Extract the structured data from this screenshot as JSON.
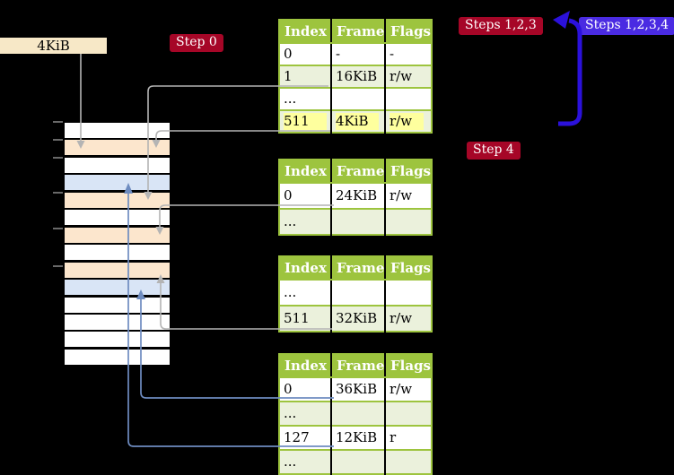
{
  "labels": {
    "frame_size_label": "4KiB",
    "step0": "Step 0",
    "steps123": "Steps 1,2,3",
    "steps1234": "Steps 1,2,3,4",
    "step4": "Step 4"
  },
  "colors": {
    "badge_red": "#a60627",
    "badge_blue": "#4a2be2",
    "big_arrow_blue": "#2b11db",
    "connector_gray": "#b4b4b4",
    "connector_blue": "#6e8cc0",
    "tick_gray": "#8c8c8c",
    "table_header_green": "#9dc43e",
    "table_row_alt": "#ebf1dc",
    "highlight_yellow": "#feff9e",
    "frame_peach": "#fce6cd",
    "frame_blue": "#d9e5f6",
    "frame_white": "#ffffff",
    "label_cream": "#f7e8c7"
  },
  "memory_stack": {
    "rows": [
      {
        "fill": "white"
      },
      {
        "fill": "peach"
      },
      {
        "fill": "white"
      },
      {
        "fill": "blue"
      },
      {
        "fill": "peach"
      },
      {
        "fill": "white"
      },
      {
        "fill": "peach"
      },
      {
        "fill": "white"
      },
      {
        "fill": "peach"
      },
      {
        "fill": "blue"
      },
      {
        "fill": "white"
      },
      {
        "fill": "white"
      },
      {
        "fill": "white"
      },
      {
        "fill": "white"
      }
    ]
  },
  "tables": [
    {
      "headers": [
        "Index",
        "Frame",
        "Flags"
      ],
      "rows": [
        [
          "0",
          "-",
          "-"
        ],
        [
          "1",
          "16KiB",
          "r/w"
        ],
        [
          "...",
          "",
          ""
        ],
        [
          "511",
          "4KiB",
          "r/w"
        ]
      ],
      "highlighted_row_index": 3
    },
    {
      "headers": [
        "Index",
        "Frame",
        "Flags"
      ],
      "rows": [
        [
          "0",
          "24KiB",
          "r/w"
        ],
        [
          "...",
          "",
          ""
        ]
      ]
    },
    {
      "headers": [
        "Index",
        "Frame",
        "Flags"
      ],
      "rows": [
        [
          "...",
          "",
          ""
        ],
        [
          "511",
          "32KiB",
          "r/w"
        ]
      ]
    },
    {
      "headers": [
        "Index",
        "Frame",
        "Flags"
      ],
      "rows": [
        [
          "0",
          "36KiB",
          "r/w"
        ],
        [
          "...",
          "",
          ""
        ],
        [
          "127",
          "12KiB",
          "r"
        ],
        [
          "...",
          "",
          ""
        ]
      ]
    }
  ]
}
